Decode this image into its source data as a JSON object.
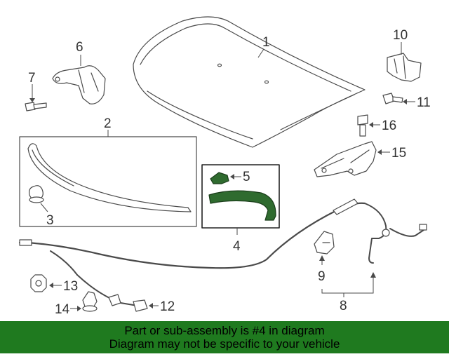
{
  "callouts": {
    "c1": "1",
    "c2": "2",
    "c3": "3",
    "c4": "4",
    "c5": "5",
    "c6": "6",
    "c7": "7",
    "c8": "8",
    "c9": "9",
    "c10": "10",
    "c11": "11",
    "c12": "12",
    "c13": "13",
    "c14": "14",
    "c15": "15",
    "c16": "16"
  },
  "banner": {
    "line1": "Part or sub-assembly is #4 in diagram",
    "line2": "Diagram may not be specific to your vehicle"
  },
  "colors": {
    "highlight": "#2f6b2f",
    "banner_bg": "#1f7a1f"
  }
}
